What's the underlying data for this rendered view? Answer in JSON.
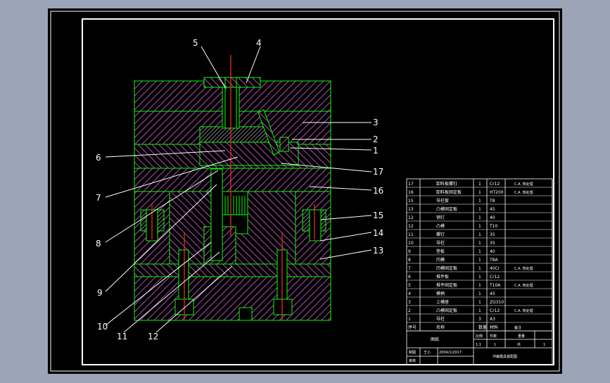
{
  "colors": {
    "background": "#9ba5b7",
    "viewport": "#000000",
    "border": "#ffffff",
    "outline": "#00ff00",
    "hatch": "#b24fb2",
    "centerline": "#ff2a2a",
    "leader": "#ffffff",
    "table_line": "#ffffff"
  },
  "callouts": [
    "5",
    "4",
    "3",
    "2",
    "1",
    "6",
    "17",
    "7",
    "16",
    "8",
    "15",
    "14",
    "13",
    "9",
    "10",
    "11",
    "12"
  ],
  "bom": {
    "rows": [
      {
        "no": "17",
        "name": "卸料板螺钉",
        "qty": "1",
        "mat": "Cr12",
        "note": "C.A. 热处理"
      },
      {
        "no": "16",
        "name": "卸料板固定板",
        "qty": "1",
        "mat": "HT200",
        "note": "C.A. 热处理"
      },
      {
        "no": "15",
        "name": "导柱套",
        "qty": "1",
        "mat": "T8",
        "note": ""
      },
      {
        "no": "13",
        "name": "凸模固定板",
        "qty": "1",
        "mat": "45",
        "note": ""
      },
      {
        "no": "12",
        "name": "销钉",
        "qty": "1",
        "mat": "40",
        "note": ""
      },
      {
        "no": "12",
        "name": "凸模",
        "qty": "1",
        "mat": "T10",
        "note": ""
      },
      {
        "no": "11",
        "name": "螺钉",
        "qty": "1",
        "mat": "35",
        "note": ""
      },
      {
        "no": "10",
        "name": "导柱",
        "qty": "1",
        "mat": "35",
        "note": ""
      },
      {
        "no": "9",
        "name": "垫板",
        "qty": "1",
        "mat": "40",
        "note": ""
      },
      {
        "no": "8",
        "name": "凹模",
        "qty": "1",
        "mat": "T8A",
        "note": ""
      },
      {
        "no": "7",
        "name": "凹模固定板",
        "qty": "1",
        "mat": "40Cr",
        "note": "C.A. 热处理"
      },
      {
        "no": "6",
        "name": "推件板",
        "qty": "1",
        "mat": "Cr12",
        "note": ""
      },
      {
        "no": "5",
        "name": "推件固定板",
        "qty": "1",
        "mat": "T10A",
        "note": "C.A. 热处理"
      },
      {
        "no": "4",
        "name": "模柄",
        "qty": "1",
        "mat": "45",
        "note": ""
      },
      {
        "no": "3",
        "name": "上模座",
        "qty": "1",
        "mat": "ZG310",
        "note": ""
      },
      {
        "no": "2",
        "name": "凸模固定板",
        "qty": "1",
        "mat": "Cr12",
        "note": "C.A. 热处理"
      },
      {
        "no": "1",
        "name": "导柱",
        "qty": "3",
        "mat": "A3",
        "note": ""
      }
    ],
    "header": {
      "no": "序号",
      "name": "名称",
      "qty": "数量",
      "mat": "材料",
      "note": "备注"
    },
    "title_block": {
      "label_a": "比例",
      "label_b": "件数",
      "label_c": "重量",
      "label_d": "共",
      "scale": "1:1",
      "count": "1",
      "sheet": "1",
      "drawing_name": "图纸",
      "designer_label": "制图",
      "designer": "王小",
      "date": "2004/1/2017",
      "checker_label": "审核",
      "product": "冲裁模具装配图"
    }
  }
}
